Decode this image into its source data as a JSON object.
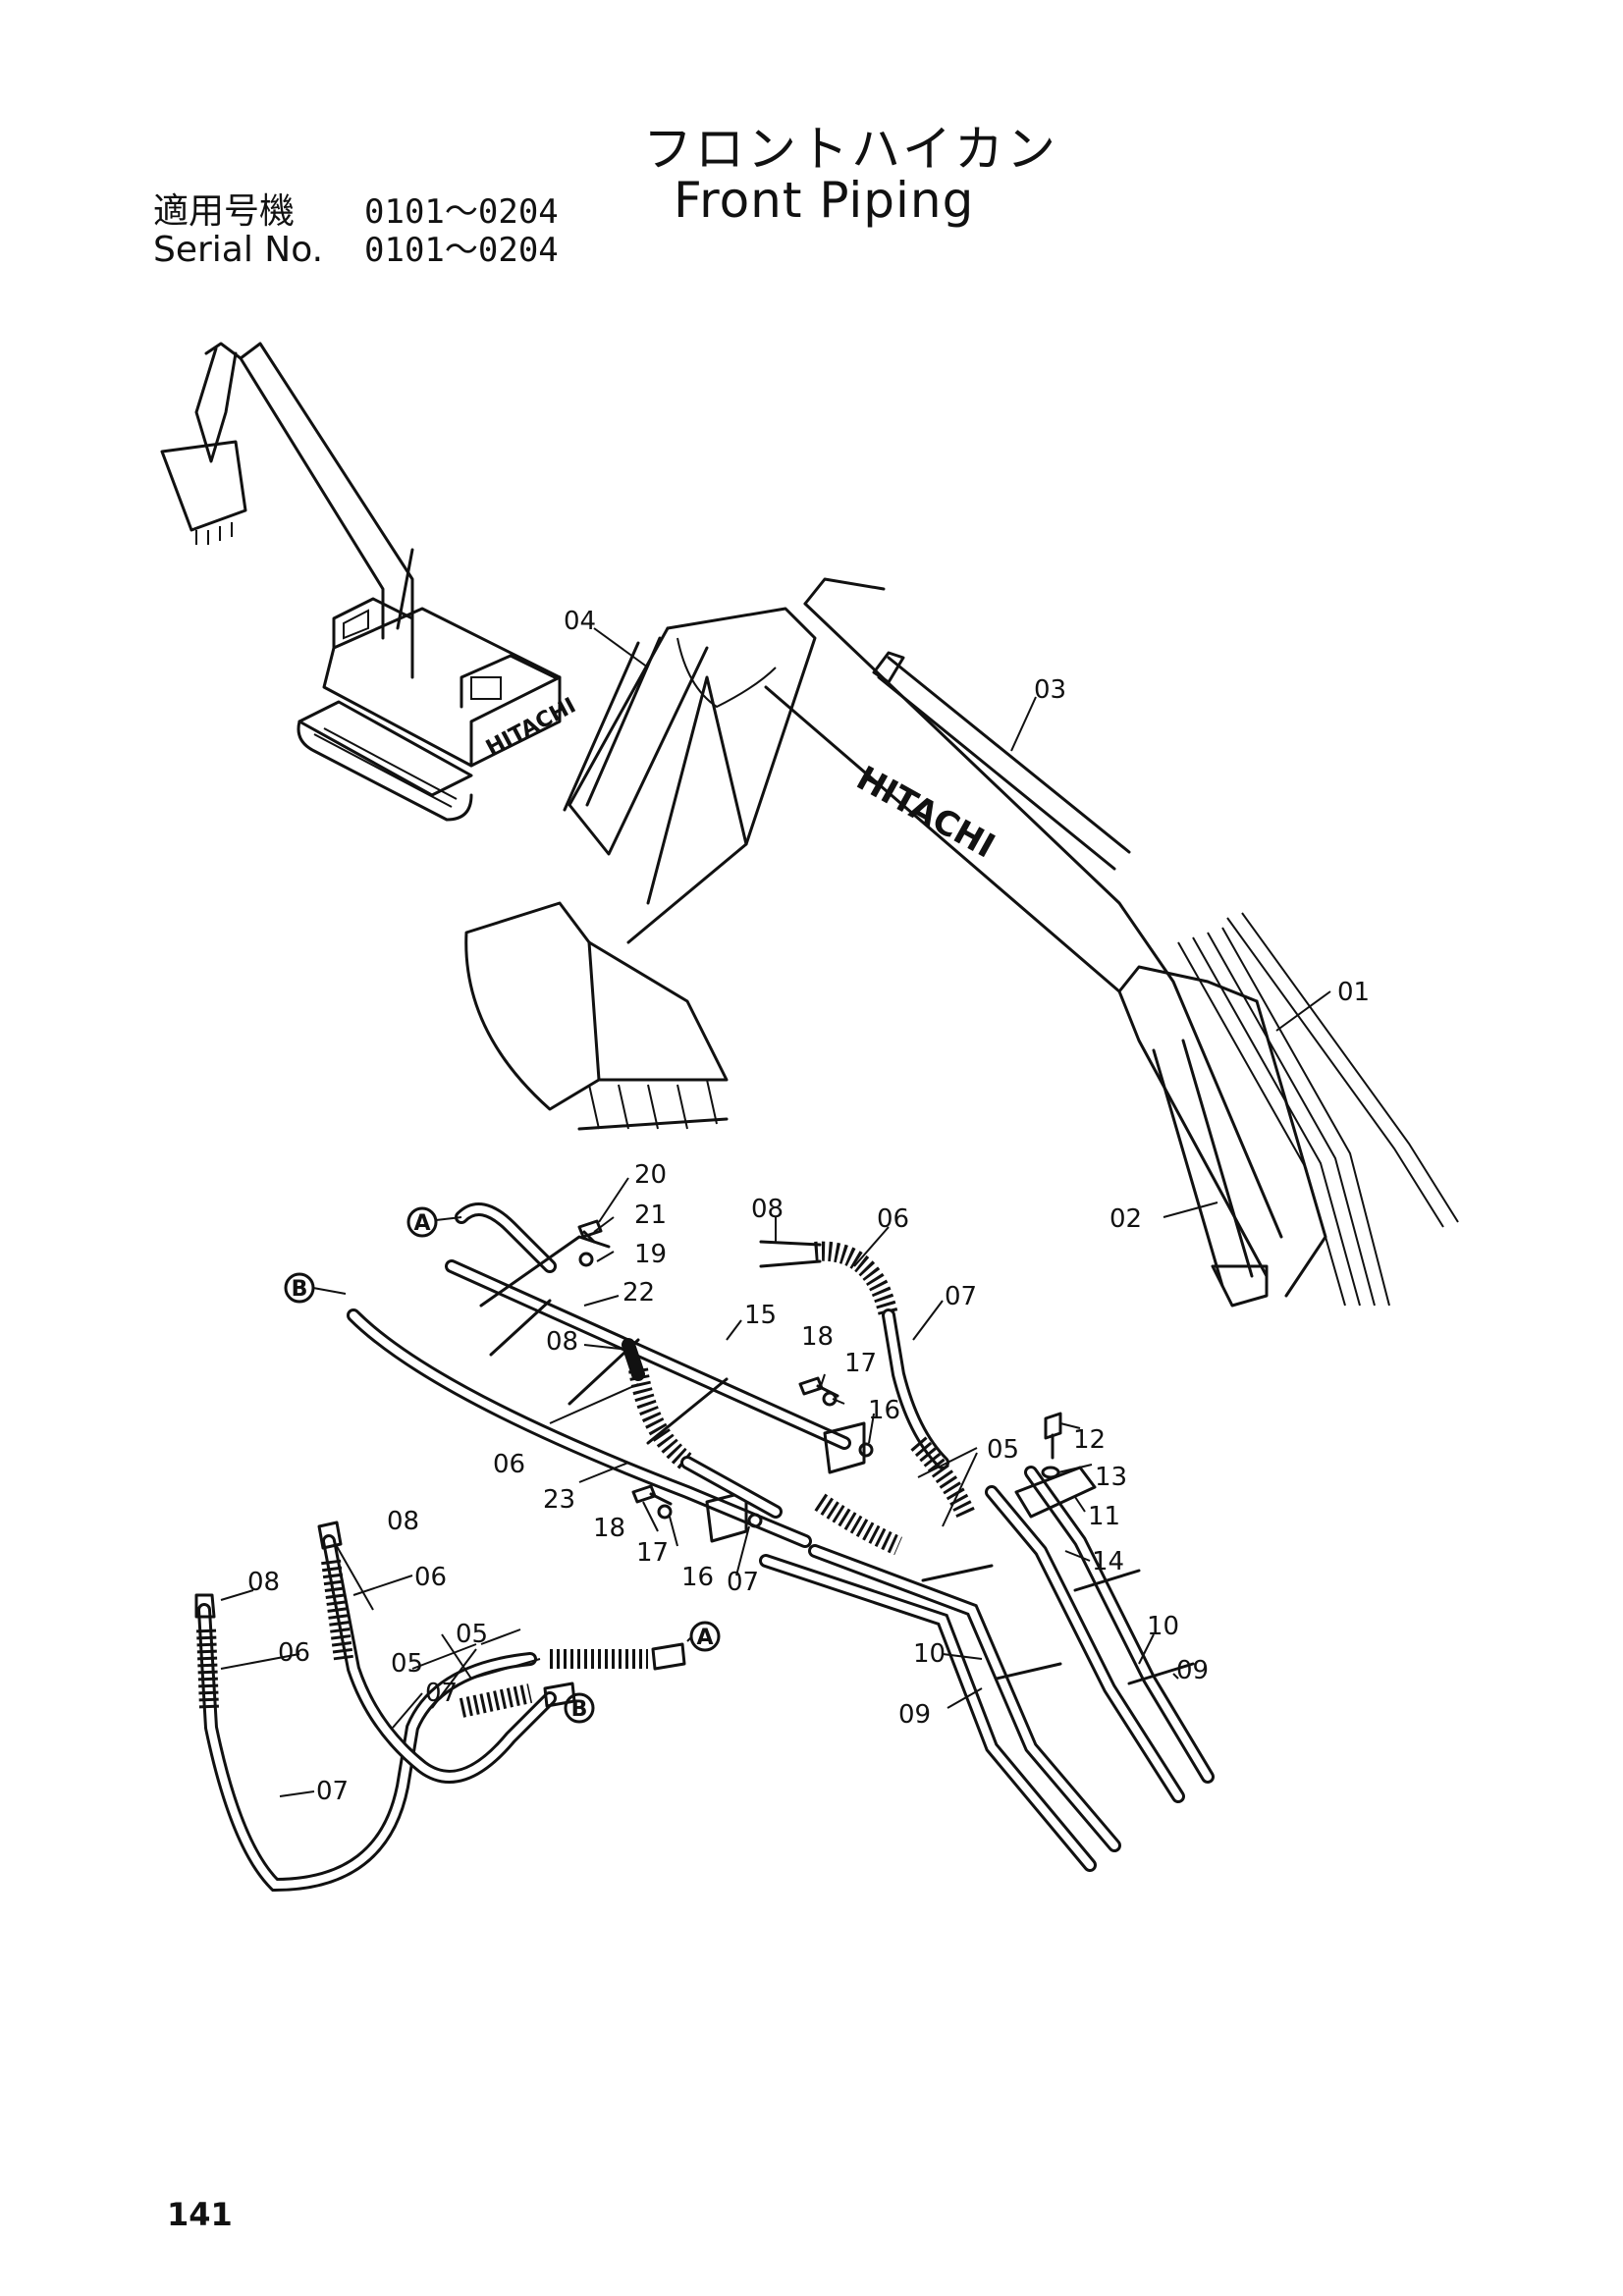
{
  "header": {
    "title_jp": "フロントハイカン",
    "title_en": "Front Piping",
    "serial_rows": [
      {
        "label": "適用号機",
        "value": "0101～0204"
      },
      {
        "label": "Serial No.",
        "value": "0101～0204"
      }
    ]
  },
  "callouts": [
    "01",
    "02",
    "03",
    "04",
    "05",
    "05",
    "05",
    "06",
    "06",
    "06",
    "06",
    "07",
    "07",
    "07",
    "07",
    "08",
    "08",
    "08",
    "08",
    "09",
    "09",
    "10",
    "10",
    "11",
    "12",
    "13",
    "14",
    "15",
    "16",
    "16",
    "17",
    "17",
    "18",
    "18",
    "19",
    "20",
    "21",
    "22",
    "23"
  ],
  "connectors": [
    "A",
    "B",
    "A",
    "B"
  ],
  "machine_markings": {
    "brand": "HITACHI"
  },
  "footer": {
    "page_number": "141"
  }
}
